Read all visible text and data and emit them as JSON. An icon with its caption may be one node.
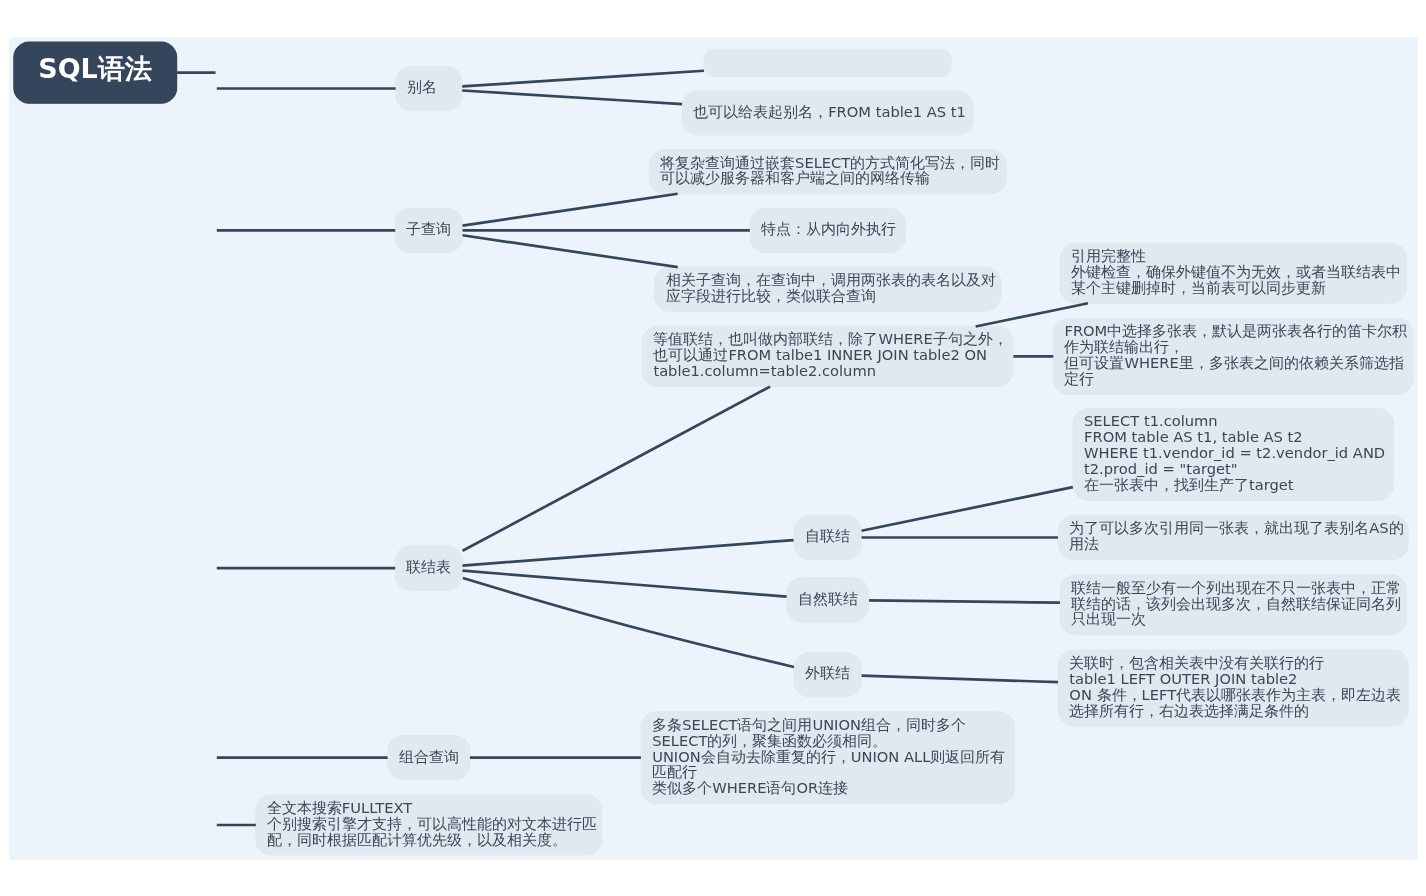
{
  "diagram": {
    "nodes": [
      {
        "text": [
          "SQL语法"
        ]
      },
      {
        "text": [
          "别名"
        ]
      },
      {
        "text": [],
        "shape": "box"
      },
      {
        "text": [
          "也可以给表起别名，FROM table1 AS t1"
        ]
      },
      {
        "text": [
          "子查询"
        ]
      },
      {
        "text": [
          "将复杂查询通过嵌套SELECT的方式简化写法，同时可以减少服务器和客户端之间的网络传输"
        ]
      },
      {
        "text": [
          "特点：从内向外执行"
        ]
      },
      {
        "text": [
          "相关子查询，在查询中，调用两张表的表名以及对应字段进行比较，类似联合查询"
        ]
      },
      {
        "text": [
          "联结表"
        ]
      },
      {
        "text": [
          "等值联结，也叫做内部联结，除了WHERE子句之外，也可以通过FROM talbe1 INNER JOIN table2 ON table1.column=table2.column"
        ]
      },
      {
        "text": [
          "引用完整性",
          "外键检查，确保外键值不为无效，或者当联结表中某个主键删掉时，当前表可以同步更新"
        ]
      },
      {
        "text": [
          "FROM中选择多张表，默认是两张表各行的笛卡尔积作为联结输出行，",
          "但可设置WHERE里，多张表之间的依赖关系筛选指定行"
        ]
      },
      {
        "text": [
          "自联结"
        ]
      },
      {
        "text": [
          "SELECT t1.column",
          "FROM table AS t1, table AS t2",
          "WHERE t1.vendor_id = t2.vendor_id AND t2.prod_id = \"target\"",
          "在一张表中，找到生产了target"
        ]
      },
      {
        "text": [
          "为了可以多次引用同一张表，就出现了表别名AS的用法"
        ]
      },
      {
        "text": [
          "自然联结"
        ]
      },
      {
        "text": [
          "联结一般至少有一个列出现在不只一张表中，正常联结的话，该列会出现多次，自然联结保证同名列只出现一次"
        ]
      },
      {
        "text": [
          "外联结"
        ]
      },
      {
        "text": [
          "关联时，包含相关表中没有关联行的行",
          "table1 LEFT OUTER JOIN table2",
          "ON 条件，LEFT代表以哪张表作为主表，即左边表选择所有行，右边表选择满足条件的"
        ]
      },
      {
        "text": [
          "组合查询"
        ]
      },
      {
        "text": [
          "多条SELECT语句之间用UNION组合，同时多个SELECT的列，聚集函数必须相同。",
          "UNION会自动去除重复的行，UNION ALL则返回所有匹配行",
          "类似多个WHERE语句OR连接"
        ]
      },
      {
        "text": [
          "全文本搜索FULLTEXT",
          "个别搜索引擎才支持，可以高性能的对文本进行匹配，同时根据匹配计算优先级，以及相关度。"
        ]
      }
    ],
    "edges": [
      {
        "from": 0,
        "to": null,
        "arrow": "none"
      },
      {
        "from": null,
        "to": 1,
        "arrow": "none"
      },
      {
        "from": 1,
        "to": 2,
        "arrow": "none"
      },
      {
        "from": 1,
        "to": 3,
        "arrow": "none"
      },
      {
        "from": null,
        "to": 4,
        "arrow": "none"
      },
      {
        "from": 4,
        "to": 5,
        "arrow": "none"
      },
      {
        "from": 4,
        "to": 6,
        "arrow": "none"
      },
      {
        "from": 4,
        "to": 7,
        "arrow": "none"
      },
      {
        "from": null,
        "to": 8,
        "arrow": "none"
      },
      {
        "from": 8,
        "to": 9,
        "arrow": "none"
      },
      {
        "from": 9,
        "to": 10,
        "arrow": "none"
      },
      {
        "from": 9,
        "to": 11,
        "arrow": "none"
      },
      {
        "from": 8,
        "to": 12,
        "arrow": "none"
      },
      {
        "from": 12,
        "to": 13,
        "arrow": "none"
      },
      {
        "from": 12,
        "to": 14,
        "arrow": "none"
      },
      {
        "from": 8,
        "to": 15,
        "arrow": "none"
      },
      {
        "from": 15,
        "to": 16,
        "arrow": "none"
      },
      {
        "from": 8,
        "to": 17,
        "arrow": "none"
      },
      {
        "from": 17,
        "to": 18,
        "arrow": "none"
      },
      {
        "from": null,
        "to": 19,
        "arrow": "none"
      },
      {
        "from": 19,
        "to": 20,
        "arrow": "none"
      },
      {
        "from": null,
        "to": 21,
        "arrow": "none"
      }
    ]
  }
}
